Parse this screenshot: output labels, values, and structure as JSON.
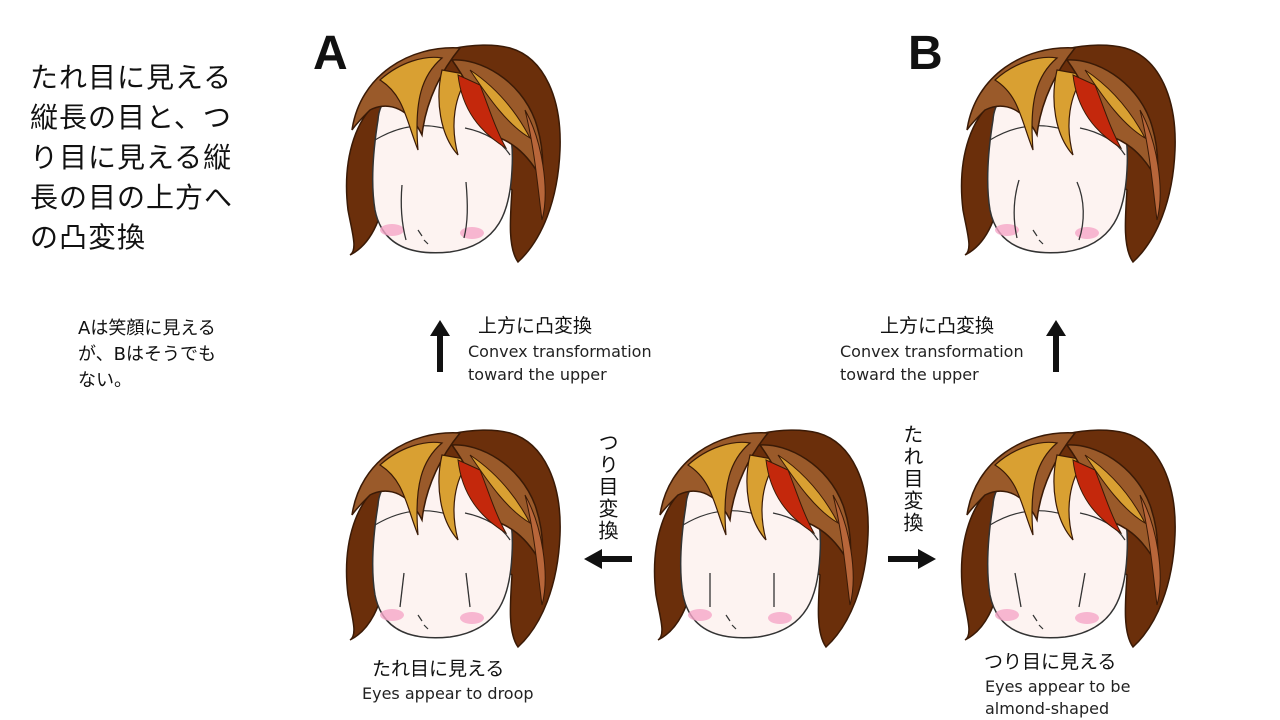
{
  "title": "たれ目に見える\n縦長の目と、つ\nり目に見える縦\n長の目の上方へ\nの凸変換",
  "note": "Aは笑顔に見える\nが、Bはそうでも\nない。",
  "panels": {
    "a": "A",
    "b": "B"
  },
  "upward_caption": {
    "jp": "上方に凸変換",
    "en_line1": "Convex transformation",
    "en_line2": "toward the upper"
  },
  "left_transform": "つり目変換",
  "right_transform": "たれ目変換",
  "bottom_left_caption": {
    "jp": "たれ目に見える",
    "en": "Eyes appear to droop"
  },
  "bottom_right_caption": {
    "jp": "つり目に見える",
    "en_line1": "Eyes appear to be",
    "en_line2": "almond-shaped"
  },
  "colors": {
    "hair_dark": "#6b2f0b",
    "hair_mid": "#9a5a2a",
    "hair_gold": "#d9a032",
    "hair_red": "#c4280c",
    "skin": "#fdf3f1",
    "blush": "#f5a6c8"
  },
  "icons": [
    "arrow-up-icon",
    "arrow-left-icon",
    "arrow-right-icon"
  ]
}
